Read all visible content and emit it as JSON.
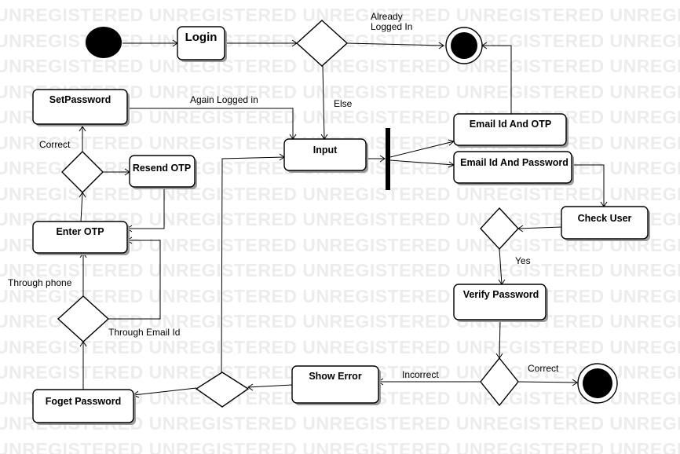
{
  "watermark": "UNREGISTERED",
  "nodes": {
    "login": "Login",
    "input": "Input",
    "set_password": "SetPassword",
    "resend_otp": "Resend OTP",
    "enter_otp": "Enter OTP",
    "foget_password": "Foget Password",
    "show_error": "Show Error",
    "email_otp": "Email Id And OTP",
    "email_password": "Email Id And Password",
    "check_user": "Check User",
    "verify_password": "Verify Password"
  },
  "edge_labels": {
    "already_line1": "Already",
    "already_line2": "Logged In",
    "else": "Else",
    "again_logged_in": "Again Logged in",
    "correct_left": "Correct",
    "through_phone": "Through phone",
    "through_email": "Through Email Id",
    "yes": "Yes",
    "incorrect": "Incorrect",
    "correct_right": "Correct"
  }
}
